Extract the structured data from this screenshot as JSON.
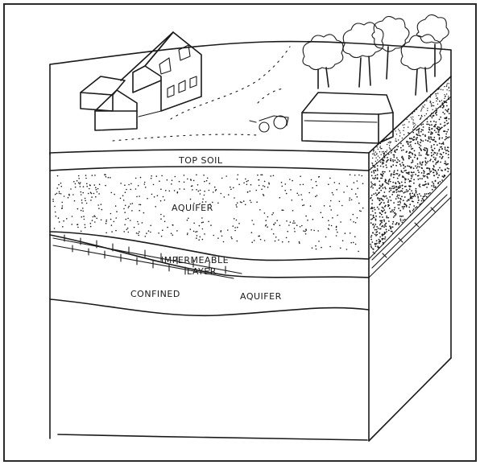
{
  "figure": {
    "colors": {
      "ink": "#1a1a1a",
      "paper": "#ffffff"
    }
  },
  "labels": {
    "top_soil": "TOP SOIL",
    "aquifer": "AQUIFER",
    "impermeable": "IMPERMEABLE",
    "layer": "LAYER",
    "confined": "CONFINED",
    "aquifer_lower": "AQUIFER"
  }
}
